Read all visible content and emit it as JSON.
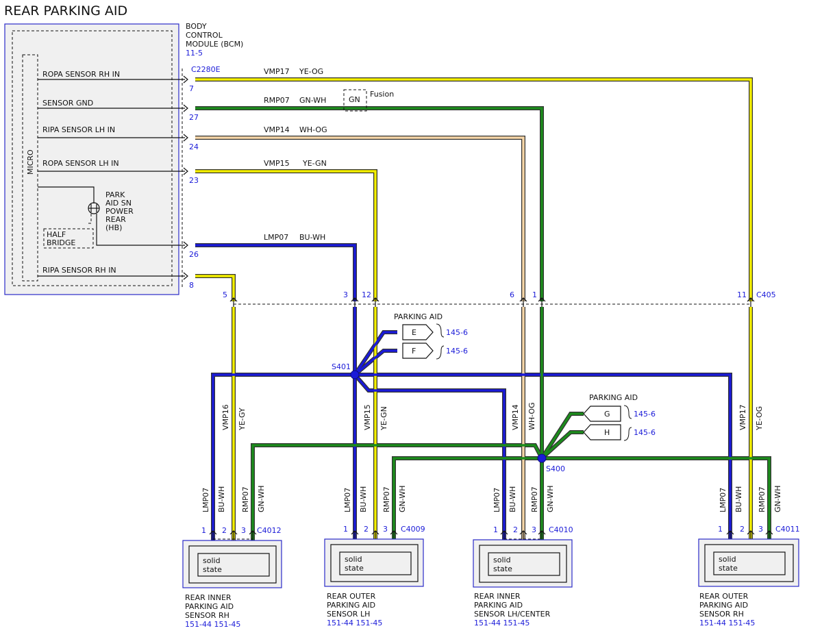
{
  "title": "REAR PARKING AID",
  "bcm": {
    "name_line1": "BODY",
    "name_line2": "CONTROL",
    "name_line3": "MODULE (BCM)",
    "ref": "11-5",
    "connector": "C2280E",
    "micro": "MICRO",
    "hb_line1": "PARK",
    "hb_line2": "AID SN",
    "hb_line3": "POWER",
    "hb_line4": "REAR",
    "hb_line5": "(HB)",
    "half_line1": "HALF",
    "half_line2": "BRIDGE",
    "signals": [
      {
        "name": "ROPA SENSOR RH IN",
        "pin": "7"
      },
      {
        "name": "SENSOR GND",
        "pin": "27"
      },
      {
        "name": "RIPA SENSOR LH IN",
        "pin": "24"
      },
      {
        "name": "ROPA SENSOR LH IN",
        "pin": "23"
      },
      {
        "name": "",
        "pin": "26"
      },
      {
        "name": "RIPA SENSOR RH IN",
        "pin": "8"
      }
    ]
  },
  "top_circuits": [
    {
      "circuit": "VMP17",
      "color": "YE-OG"
    },
    {
      "circuit": "RMP07",
      "color": "GN-WH"
    },
    {
      "circuit": "VMP14",
      "color": "WH-OG"
    },
    {
      "circuit": "VMP15",
      "color": "YE-GN"
    },
    {
      "circuit": "LMP07",
      "color": "BU-WH"
    }
  ],
  "option": {
    "code": "GN",
    "label": "Fusion"
  },
  "c405": {
    "name": "C405",
    "pins": [
      "5",
      "3",
      "12",
      "6",
      "1",
      "11"
    ]
  },
  "splices": {
    "s401": "S401",
    "s400": "S400"
  },
  "parking_aid": {
    "label": "PARKING AID",
    "s401_conns": [
      {
        "letter": "E",
        "ref": "145-6"
      },
      {
        "letter": "F",
        "ref": "145-6"
      }
    ],
    "s400_conns": [
      {
        "letter": "G",
        "ref": "145-6"
      },
      {
        "letter": "H",
        "ref": "145-6"
      }
    ]
  },
  "vertical_labels": [
    {
      "circuit": "VMP16",
      "color": "YE-GY"
    },
    {
      "circuit": "VMP15",
      "color": "YE-GN"
    },
    {
      "circuit": "VMP14",
      "color": "WH-OG"
    },
    {
      "circuit": "VMP17",
      "color": "YE-OG"
    }
  ],
  "sensors": [
    {
      "connector": "C4012",
      "name_line1": "REAR INNER",
      "name_line2": "PARKING AID",
      "name_line3": "SENSOR RH",
      "refs": "151-44  151-45",
      "inner": "solid",
      "inner2": "state",
      "pins": [
        "1",
        "2",
        "3"
      ],
      "wires": [
        {
          "circuit": "LMP07",
          "color": "BU-WH"
        },
        {
          "circuit": "RMP07",
          "color": "GN-WH"
        }
      ]
    },
    {
      "connector": "C4009",
      "name_line1": "REAR OUTER",
      "name_line2": "PARKING AID",
      "name_line3": "SENSOR LH",
      "refs": "151-44  151-45",
      "inner": "solid",
      "inner2": "state",
      "pins": [
        "1",
        "2",
        "3"
      ],
      "wires": [
        {
          "circuit": "LMP07",
          "color": "BU-WH"
        },
        {
          "circuit": "RMP07",
          "color": "GN-WH"
        }
      ]
    },
    {
      "connector": "C4010",
      "name_line1": "REAR INNER",
      "name_line2": "PARKING AID",
      "name_line3": "SENSOR LH/CENTER",
      "refs": "151-44  151-45",
      "inner": "solid",
      "inner2": "state",
      "pins": [
        "1",
        "2",
        "3"
      ],
      "wires": [
        {
          "circuit": "LMP07",
          "color": "BU-WH"
        },
        {
          "circuit": "RMP07",
          "color": "GN-WH"
        }
      ]
    },
    {
      "connector": "C4011",
      "name_line1": "REAR OUTER",
      "name_line2": "PARKING AID",
      "name_line3": "SENSOR RH",
      "refs": "151-44  151-45",
      "inner": "solid",
      "inner2": "state",
      "pins": [
        "1",
        "2",
        "3"
      ],
      "wires": [
        {
          "circuit": "LMP07",
          "color": "BU-WH"
        },
        {
          "circuit": "RMP07",
          "color": "GN-WH"
        }
      ]
    }
  ],
  "colors": {
    "yellow": "#f4f000",
    "green": "#1c8c1c",
    "blue": "#1a1ad8",
    "orange": "#f6d6a8",
    "box_fill": "#f0f0f0",
    "box_border": "#2a2ac8"
  }
}
